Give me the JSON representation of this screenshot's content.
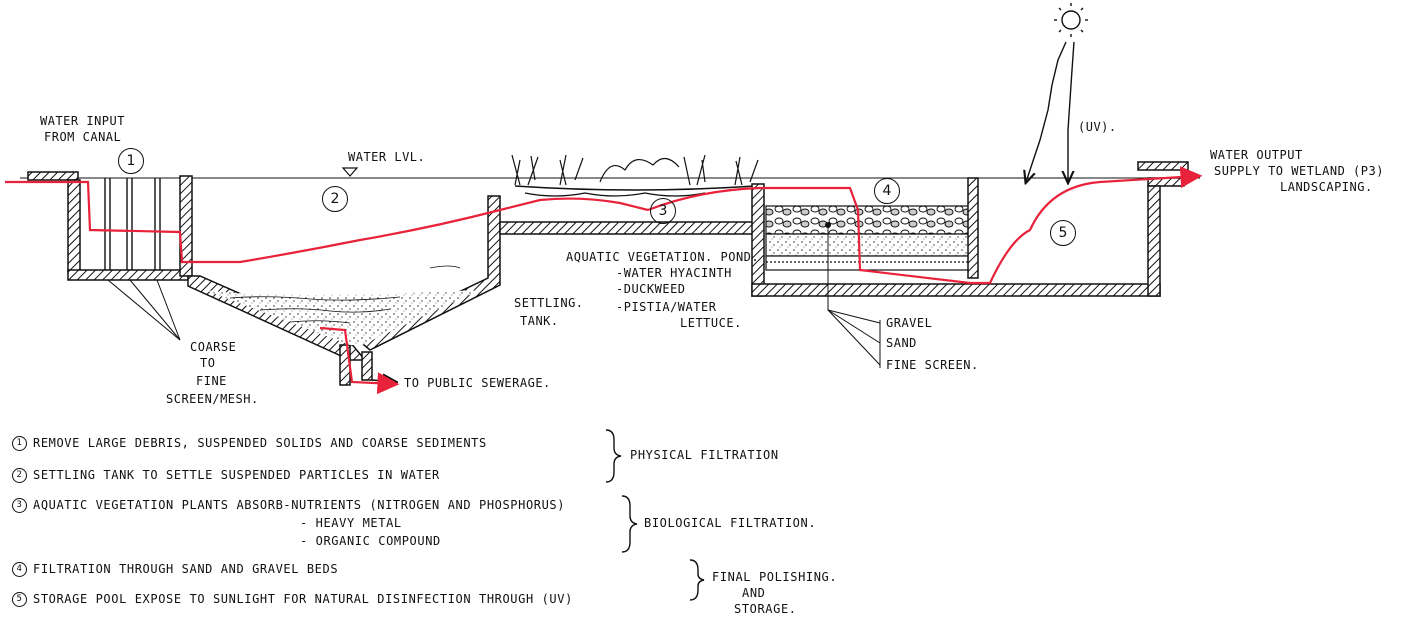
{
  "labels": {
    "water_input": "WATER INPUT",
    "from_canal": "FROM CANAL",
    "water_level": "WATER LVL.",
    "uv": "(UV).",
    "water_output": "WATER OUTPUT",
    "supply_wetland": "SUPPLY TO WETLAND (P3)",
    "landscaping": "LANDSCAPING.",
    "coarse_to_fine": [
      "COARSE",
      "TO",
      "FINE",
      "SCREEN/MESH."
    ],
    "settling_tank": [
      "SETTLING.",
      "TANK."
    ],
    "to_public_sewerage": "TO PUBLIC SEWERAGE.",
    "aquatic_pond": "AQUATIC VEGETATION. POND.",
    "pond_plants": [
      "-WATER HYACINTH",
      "-DUCKWEED",
      "-PISTIA/WATER",
      "LETTUCE."
    ],
    "gravel": "GRAVEL",
    "sand": "SAND",
    "fine_screen": "FINE SCREEN."
  },
  "stage_numbers": [
    "1",
    "2",
    "3",
    "4",
    "5"
  ],
  "notes": [
    {
      "num": "1",
      "text": "REMOVE LARGE DEBRIS, SUSPENDED SOLIDS AND COARSE SEDIMENTS"
    },
    {
      "num": "2",
      "text": "SETTLING TANK TO SETTLE SUSPENDED PARTICLES IN WATER"
    },
    {
      "num": "3",
      "text": "AQUATIC VEGETATION PLANTS ABSORB-NUTRIENTS (NITROGEN AND PHOSPHORUS)"
    },
    {
      "num": "",
      "text": "- HEAVY METAL"
    },
    {
      "num": "",
      "text": "- ORGANIC COMPOUND"
    },
    {
      "num": "4",
      "text": "FILTRATION THROUGH SAND AND GRAVEL BEDS"
    },
    {
      "num": "5",
      "text": "STORAGE POOL EXPOSE TO SUNLIGHT FOR NATURAL DISINFECTION THROUGH (UV)"
    }
  ],
  "groups": {
    "physical": "PHYSICAL FILTRATION",
    "biological": "BIOLOGICAL FILTRATION.",
    "final": "FINAL POLISHING.",
    "final_and": "AND",
    "final_storage": "STORAGE."
  },
  "colors": {
    "ink": "#111111",
    "flow": "#e8223a"
  }
}
